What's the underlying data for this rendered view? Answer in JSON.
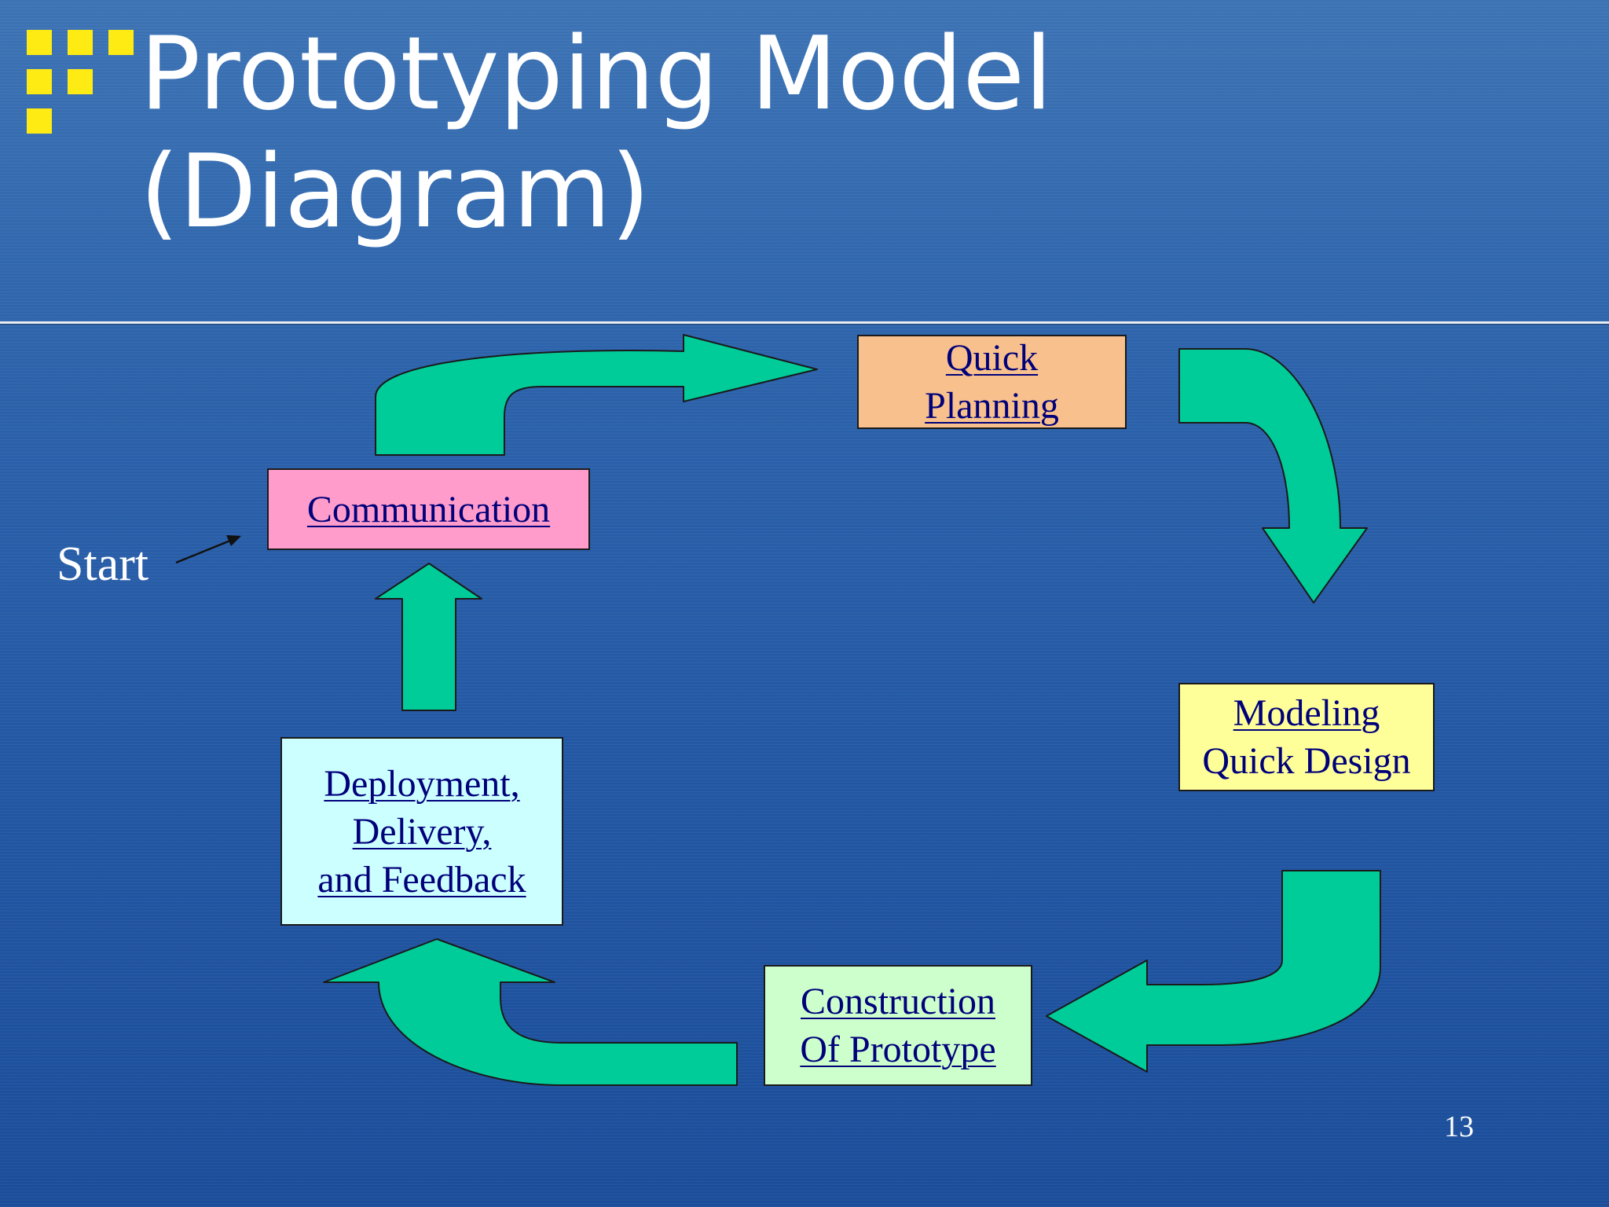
{
  "slide": {
    "title_line1": "Prototyping Model",
    "title_line2": "(Diagram)",
    "start_label": "Start",
    "page_number": "13"
  },
  "colors": {
    "arrow_fill": "#00cc99",
    "bullet_yellow": "#ffeb14",
    "link_text": "#00007a",
    "quick_planning_box": "#f7c08d",
    "communication_box": "#ff9ccb",
    "modeling_box": "#ffff99",
    "deployment_box": "#ccffff",
    "construction_box": "#ccffcc"
  },
  "diagram": {
    "nodes": [
      {
        "id": "quick-planning",
        "label": "Quick\nPlanning"
      },
      {
        "id": "modeling",
        "line1": "Modeling",
        "line2": "Quick Design"
      },
      {
        "id": "construction",
        "label": "Construction\nOf Prototype"
      },
      {
        "id": "deployment",
        "label": "Deployment,\nDelivery,\nand Feedback"
      },
      {
        "id": "communication",
        "label": "Communication"
      }
    ],
    "flow": [
      {
        "from": "communication",
        "to": "quick-planning"
      },
      {
        "from": "quick-planning",
        "to": "modeling"
      },
      {
        "from": "modeling",
        "to": "construction"
      },
      {
        "from": "construction",
        "to": "deployment"
      },
      {
        "from": "deployment",
        "to": "communication"
      }
    ],
    "entry_point": "communication"
  }
}
